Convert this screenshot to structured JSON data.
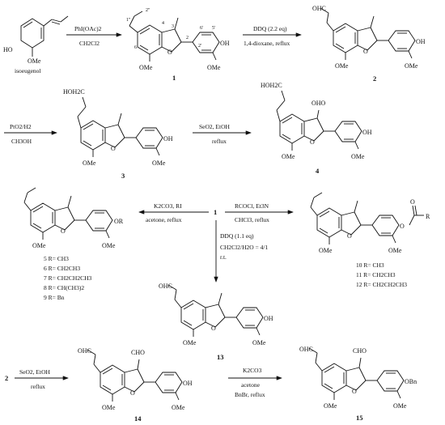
{
  "compounds": {
    "c1": "1",
    "c2": "2",
    "c3": "3",
    "c4": "4",
    "c13": "13",
    "c14": "14",
    "c15": "15",
    "isoeugenol": "isoeugenol",
    "center1": "1",
    "left_from": "2"
  },
  "conditions": {
    "r1_top": "PhI(OAc)2",
    "r1_bottom": "CH2Cl2",
    "r2_top": "DDQ (2.2 eq)",
    "r2_bottom": "1,4-dioxane, reflux",
    "r3_top": "PtO2/H2",
    "r3_bottom": "CH3OH",
    "r4_top": "SeO2, EtOH",
    "r4_bottom": "reflux",
    "r5_top": "K2CO3, RI",
    "r5_bottom": "acetone, reflux",
    "r6_top": "RCOCl, Et3N",
    "r6_bottom": "CHCl3, reflux",
    "r7_l1": "DDQ (1.1 eq)",
    "r7_l2": "CH2Cl2/H2O = 4/1",
    "r7_l3": "r.t.",
    "r8_top": "SeO2, EtOH",
    "r8_bottom": "reflux",
    "r9_l1": "K2CO3",
    "r9_l2": "acetone",
    "r9_l3": "BnBr, reflux"
  },
  "r_lists": {
    "ethers": [
      "5 R= CH3",
      "6 R= CH2CH3",
      "7 R= CH2CH2CH3",
      "8 R= CH(CH3)2",
      "9 R= Bn"
    ],
    "esters": [
      "10 R= CH3",
      "11 R= CH2CH3",
      "12 R= CH2CH2CH3"
    ]
  },
  "atoms": {
    "oh": "OH",
    "ho": "HO",
    "ome": "OMe",
    "o": "O",
    "ohc": "OHC",
    "cho": "CHO",
    "hoh2c": "HOH2C",
    "oho": "OHO",
    "or": "OR",
    "obn": "OBn",
    "r": "R"
  },
  "positions": {
    "p1pp": "1\"",
    "p2pp": "2\"",
    "p3": "3",
    "p2": "2",
    "p4": "4",
    "p6": "6",
    "p6p": "6'",
    "p5p": "5'",
    "p2p": "2'"
  }
}
